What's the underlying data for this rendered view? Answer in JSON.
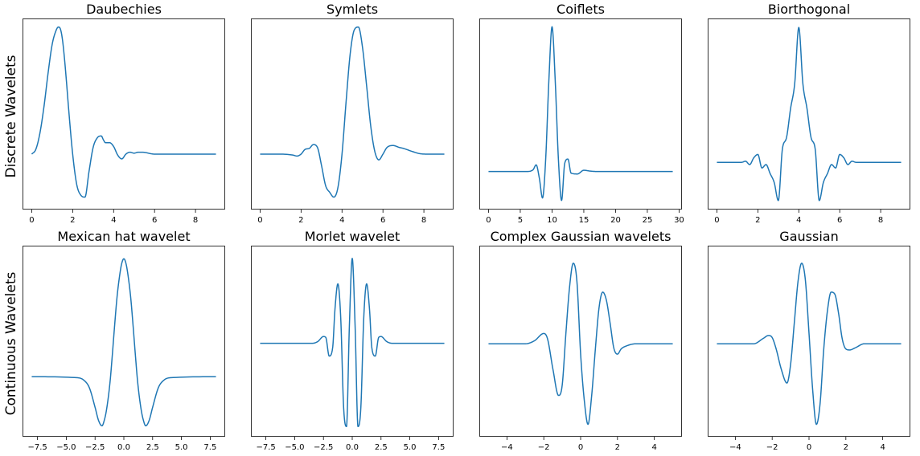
{
  "row_labels": [
    "Discrete Wavelets",
    "Continuous Wavelets"
  ],
  "line_color": "#1f77b4",
  "chart_data": [
    {
      "type": "line",
      "title": "Daubechies",
      "row": 0,
      "col": 0,
      "x_ticks": [
        "0",
        "2",
        "4",
        "6",
        "8"
      ],
      "x_tick_values": [
        0,
        2,
        4,
        6,
        8
      ],
      "xlim": [
        -0.45,
        9.45
      ],
      "ylim": [
        -0.58,
        1.42
      ],
      "x": [
        0,
        0.2,
        0.4,
        0.6,
        0.8,
        1.0,
        1.2,
        1.3,
        1.4,
        1.5,
        1.6,
        1.7,
        1.8,
        2.0,
        2.2,
        2.4,
        2.6,
        2.8,
        3.0,
        3.2,
        3.4,
        3.5,
        3.6,
        3.8,
        4.0,
        4.2,
        4.4,
        4.6,
        4.8,
        5.0,
        5.2,
        5.4,
        5.6,
        5.8,
        6.0,
        7.0,
        8.0,
        9.0
      ],
      "y": [
        0,
        0.05,
        0.22,
        0.5,
        0.85,
        1.15,
        1.3,
        1.33,
        1.31,
        1.2,
        1.0,
        0.75,
        0.48,
        0.0,
        -0.32,
        -0.43,
        -0.45,
        -0.18,
        0.07,
        0.17,
        0.19,
        0.15,
        0.12,
        0.12,
        0.08,
        -0.01,
        -0.05,
        0.0,
        0.02,
        0.01,
        0.02,
        0.02,
        0.015,
        0.005,
        0,
        0,
        0,
        0
      ]
    },
    {
      "type": "line",
      "title": "Symlets",
      "row": 0,
      "col": 1,
      "x_ticks": [
        "0",
        "2",
        "4",
        "6",
        "8"
      ],
      "x_tick_values": [
        0,
        2,
        4,
        6,
        8
      ],
      "xlim": [
        -0.45,
        9.45
      ],
      "ylim": [
        -0.58,
        1.42
      ],
      "x": [
        0,
        1.0,
        1.6,
        1.8,
        2.0,
        2.2,
        2.4,
        2.6,
        2.8,
        3.0,
        3.2,
        3.4,
        3.6,
        3.8,
        4.0,
        4.2,
        4.4,
        4.6,
        4.8,
        5.0,
        5.2,
        5.4,
        5.6,
        5.8,
        6.0,
        6.2,
        6.5,
        6.8,
        7.0,
        7.4,
        7.8,
        8.2,
        9.0
      ],
      "y": [
        0,
        0,
        -0.01,
        -0.02,
        0,
        0.05,
        0.06,
        0.1,
        0.07,
        -0.12,
        -0.33,
        -0.4,
        -0.45,
        -0.35,
        0.0,
        0.55,
        1.05,
        1.3,
        1.33,
        1.12,
        0.72,
        0.3,
        0.03,
        -0.06,
        0.0,
        0.07,
        0.09,
        0.07,
        0.06,
        0.03,
        0.005,
        0,
        0
      ]
    },
    {
      "type": "line",
      "title": "Coiflets",
      "row": 0,
      "col": 2,
      "x_ticks": [
        "0",
        "5",
        "10",
        "15",
        "20",
        "25",
        "30"
      ],
      "x_tick_values": [
        0,
        5,
        10,
        15,
        20,
        25,
        30
      ],
      "xlim": [
        -1.45,
        30.45
      ],
      "ylim": [
        -0.46,
        1.85
      ],
      "x": [
        0,
        5,
        6,
        7,
        7.5,
        8,
        8.5,
        9,
        9.5,
        10,
        10.5,
        11,
        11.5,
        12,
        12.5,
        13,
        14,
        15,
        16,
        17,
        20,
        29
      ],
      "y": [
        0,
        0,
        0,
        0.02,
        0.08,
        -0.08,
        -0.32,
        0.15,
        1.1,
        1.75,
        1.1,
        0.15,
        -0.35,
        0.1,
        0.15,
        -0.02,
        -0.03,
        0.015,
        0.005,
        0,
        0,
        0
      ]
    },
    {
      "type": "line",
      "title": "Biorthogonal",
      "row": 0,
      "col": 3,
      "x_ticks": [
        "0",
        "2",
        "4",
        "6",
        "8"
      ],
      "x_tick_values": [
        0,
        2,
        4,
        6,
        8
      ],
      "xlim": [
        -0.45,
        9.45
      ],
      "ylim": [
        -0.42,
        1.28
      ],
      "x": [
        0,
        1.2,
        1.4,
        1.6,
        1.8,
        2.0,
        2.2,
        2.4,
        2.6,
        2.8,
        3.0,
        3.2,
        3.4,
        3.6,
        3.8,
        4.0,
        4.2,
        4.4,
        4.6,
        4.8,
        5.0,
        5.2,
        5.4,
        5.6,
        5.8,
        6.0,
        6.2,
        6.4,
        6.6,
        6.8,
        7.0,
        9.0
      ],
      "y": [
        0,
        0,
        0.01,
        -0.02,
        0.04,
        0.07,
        -0.05,
        -0.02,
        -0.1,
        -0.18,
        -0.34,
        0.12,
        0.22,
        0.48,
        0.7,
        1.2,
        0.7,
        0.48,
        0.22,
        0.12,
        -0.34,
        -0.18,
        -0.1,
        -0.02,
        -0.05,
        0.07,
        0.04,
        -0.02,
        0.01,
        0,
        0,
        0
      ]
    },
    {
      "type": "line",
      "title": "Mexican hat wavelet",
      "row": 1,
      "col": 0,
      "x_ticks": [
        "−7.5",
        "−5.0",
        "−2.5",
        "0.0",
        "2.5",
        "5.0",
        "7.5"
      ],
      "x_tick_values": [
        -7.5,
        -5.0,
        -2.5,
        0.0,
        2.5,
        5.0,
        7.5
      ],
      "xlim": [
        -8.8,
        8.8
      ],
      "ylim": [
        -0.55,
        1.2
      ],
      "x": [
        -8,
        -4,
        -3.5,
        -3,
        -2.5,
        -2.2,
        -1.9,
        -1.7,
        -1.5,
        -1.2,
        -1.0,
        -0.8,
        -0.6,
        -0.4,
        -0.2,
        0,
        0.2,
        0.4,
        0.6,
        0.8,
        1.0,
        1.2,
        1.5,
        1.7,
        1.9,
        2.2,
        2.5,
        3,
        3.5,
        4,
        8
      ],
      "y": [
        0,
        -0.01,
        -0.03,
        -0.1,
        -0.28,
        -0.4,
        -0.45,
        -0.4,
        -0.3,
        -0.05,
        0.2,
        0.47,
        0.72,
        0.9,
        1.03,
        1.08,
        1.03,
        0.9,
        0.72,
        0.47,
        0.2,
        -0.05,
        -0.3,
        -0.4,
        -0.45,
        -0.4,
        -0.28,
        -0.1,
        -0.03,
        -0.01,
        0
      ]
    },
    {
      "type": "line",
      "title": "Morlet wavelet",
      "row": 1,
      "col": 1,
      "x_ticks": [
        "−7.5",
        "−5.0",
        "−2.5",
        "0.0",
        "2.5",
        "5.0",
        "7.5"
      ],
      "x_tick_values": [
        -7.5,
        -5.0,
        -2.5,
        0.0,
        2.5,
        5.0,
        7.5
      ],
      "xlim": [
        -8.8,
        8.8
      ],
      "ylim": [
        -1.1,
        1.15
      ],
      "x": [
        -8,
        -3.5,
        -3,
        -2.5,
        -2.3,
        -2.0,
        -1.7,
        -1.5,
        -1.25,
        -1.0,
        -0.75,
        -0.5,
        -0.25,
        0,
        0.25,
        0.5,
        0.75,
        1.0,
        1.25,
        1.5,
        1.7,
        2.0,
        2.3,
        2.5,
        3,
        3.5,
        8
      ],
      "y": [
        0,
        0,
        0.02,
        0.08,
        0.07,
        -0.15,
        -0.05,
        0.4,
        0.7,
        0.3,
        -0.75,
        -0.98,
        0.2,
        1.0,
        0.2,
        -0.98,
        -0.75,
        0.3,
        0.7,
        0.4,
        -0.05,
        -0.15,
        0.07,
        0.08,
        0.02,
        0,
        0
      ]
    },
    {
      "type": "line",
      "title": "Complex Gaussian wavelets",
      "row": 1,
      "col": 2,
      "x_ticks": [
        "−4",
        "−2",
        "0",
        "2",
        "4"
      ],
      "x_tick_values": [
        -4,
        -2,
        0,
        2,
        4
      ],
      "xlim": [
        -5.5,
        5.5
      ],
      "ylim": [
        -0.9,
        0.95
      ],
      "x": [
        -5,
        -3,
        -2.5,
        -2.0,
        -1.8,
        -1.5,
        -1.2,
        -1.0,
        -0.8,
        -0.6,
        -0.4,
        -0.2,
        0,
        0.2,
        0.4,
        0.6,
        0.8,
        1.0,
        1.2,
        1.4,
        1.6,
        1.8,
        2.0,
        2.2,
        2.5,
        3.0,
        5
      ],
      "y": [
        0,
        0,
        0.03,
        0.1,
        0.05,
        -0.25,
        -0.5,
        -0.4,
        0.1,
        0.55,
        0.78,
        0.6,
        -0.1,
        -0.55,
        -0.78,
        -0.5,
        -0.05,
        0.35,
        0.5,
        0.42,
        0.2,
        -0.04,
        -0.1,
        -0.05,
        -0.02,
        0,
        0
      ]
    },
    {
      "type": "line",
      "title": "Gaussian",
      "row": 1,
      "col": 3,
      "x_ticks": [
        "−4",
        "−2",
        "0",
        "2",
        "4"
      ],
      "x_tick_values": [
        -4,
        -2,
        0,
        2,
        4
      ],
      "xlim": [
        -5.5,
        5.5
      ],
      "ylim": [
        -0.9,
        0.95
      ],
      "x": [
        -5,
        -3,
        -2.5,
        -2.2,
        -2.0,
        -1.8,
        -1.5,
        -1.2,
        -1.0,
        -0.8,
        -0.6,
        -0.4,
        -0.2,
        0,
        0.2,
        0.4,
        0.6,
        0.8,
        1.0,
        1.2,
        1.4,
        1.6,
        1.8,
        2.0,
        2.2,
        2.5,
        3.0,
        5
      ],
      "y": [
        0,
        0,
        0.05,
        0.08,
        0.06,
        -0.04,
        -0.25,
        -0.38,
        -0.2,
        0.2,
        0.6,
        0.78,
        0.62,
        0.1,
        -0.45,
        -0.78,
        -0.58,
        -0.05,
        0.32,
        0.5,
        0.48,
        0.3,
        0.05,
        -0.05,
        -0.06,
        -0.04,
        0,
        0
      ]
    }
  ]
}
